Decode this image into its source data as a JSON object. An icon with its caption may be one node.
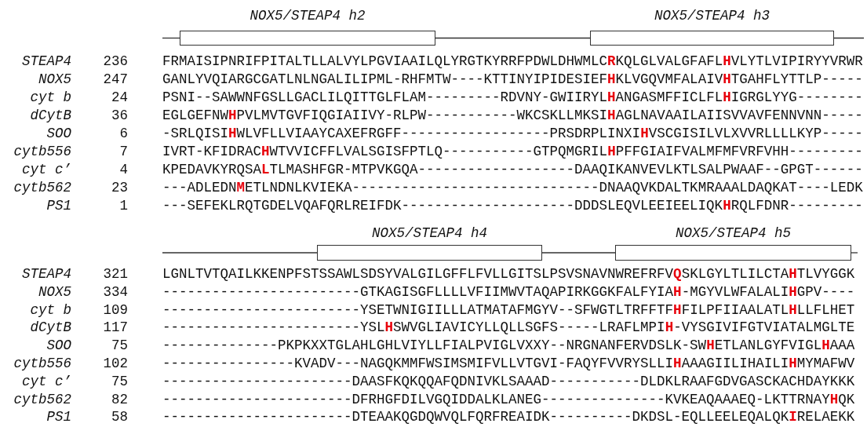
{
  "diagram": {
    "nodes": [
      {
        "text": [
          "NOX5/STEAP4 h2"
        ]
      },
      {
        "text": [
          "NOX5/STEAP4 h3"
        ]
      },
      {
        "text": [
          "NOX5/STEAP4 h4"
        ]
      },
      {
        "text": [
          "NOX5/STEAP4 h5"
        ]
      }
    ],
    "edges": [
      {
        "from": null,
        "to": 0,
        "arrow": "none"
      },
      {
        "from": 0,
        "to": 1,
        "arrow": "none"
      },
      {
        "from": 1,
        "to": null,
        "arrow": "none"
      },
      {
        "from": null,
        "to": 2,
        "arrow": "none"
      },
      {
        "from": 2,
        "to": 3,
        "arrow": "none"
      },
      {
        "from": 3,
        "to": null,
        "arrow": "none"
      }
    ],
    "labels": [
      "STEAP4",
      "236",
      "FRMAISIPNRIFPITALTLLALVYLPGVIAAILQLYRGTKYRRFPDWLDHWMLC**R**KQLGLVALGFAFL**H**VLYTLVIPIRYYVRWR",
      "NOX5",
      "247",
      "GANLYVQIARGCGATLNLNGALILIPML-RHFMTW----KTTINYIPIDESIEF**H**KLVGQVMFALAIV**H**TGAHFLYTTLP-----",
      "cyt b",
      "24",
      "PSNI--SAWWNFGSLLGACLILQITTGLFLAM---------RDVNY-GWIIRYL**H**ANGASMFFICLFL**H**IGRGLYYG--------",
      "dCytB",
      "36",
      "EGLGEFNW**H**PVLMVTGVFIQGIAIIVY-RLPW-----------WKCSKLLMKSI**H**AGLNAVAAILAIISVVAVFENNVNN-----",
      "SOO",
      "6",
      "-SRLQISI**H**WLVFLLVIAAYCAXEFRGFF------------------PRSDRPLINXI**H**VSCGISILVLXVVRLLLLKYP-----",
      "cytb556",
      "7",
      "IVRT-KFIDRAC**H**WTVVICFFLVALSGISFPTLQ-----------GTPQMGRIL**H**PFFGIAIFVALMFMFVRFVHH---------",
      "cyt c’",
      "4",
      "KPEDAVKYRQSA**L**TLMASHFGR-MTPVKGQA-------------------DAAQIKANVEVLKTLSALPWAAF--GPGT------",
      "cytb562",
      "23",
      "---ADLEDN**M**ETLNDNLKVIEKA------------------------------DNAAQVKDALTKMRAAALDAQKAT----LEDK",
      "PS1",
      "1",
      "---SEFEKLRQTGDELVQAFQRLREIFDK---------------------DDDSLEQVLEEIEELIQK**H**RQLFDNR---------",
      "STEAP4",
      "321",
      "LGNLTVTQAILKKENPFSTSSAWLSDSYVALGILGFFLFVLLGITSLPSVSNAVNWREFRFV**Q**SKLGYLTLILCTA**H**TLVYGGK",
      "NOX5",
      "334",
      "------------------------GTKAGISGFLLLLVFIIMWVTAQAPIRKGGKFALFYIA**H**-MGYVLWFALALI**H**GPV----",
      "cyt b",
      "109",
      "------------------------YSETWNIGIILLLATMATAFMGYV--SFWGTLTRFFTF**H**FILPFIIAALATL**H**LLFLHET",
      "dCytB",
      "117",
      "------------------------YSL**H**SWVGLIAVICYLLQLLSGFS-----LRAFLMPI**H**-VYSGIVIFGTVIATALMGLTE",
      "SOO",
      "75",
      "--------------PKPKXXTGLAHLGHLVIYLLFIALPVIGLVXXY--NRGNANFERVDSLK-SW**H**ETLANLGYFVIGL**H**AAA",
      "cytb556",
      "102",
      "----------------KVADV---NAGQKMMFWSIMSMIFVLLVTGVI-FAQYFVVRYSLLI**H**AAAGIILIHAILI**H**MYMAFWV",
      "cyt c’",
      "75",
      "-----------------------DAASFKQKQQAFQDNIVKLSAAAD-----------DLDKLRAAFGDVGASCKACHDAYKKK",
      "cytb562",
      "82",
      "-----------------------DFRHGFDILVGQIDDALKLANEG---------------KVKEAQAAAEQ-LKTTRNAY**H**QK",
      "PS1",
      "58",
      "-----------------------DTEAAKQGDQWVQLFQRFREAIDK----------DKDSL-EQLLEELEQALQK**I**RELAEKK"
    ]
  }
}
